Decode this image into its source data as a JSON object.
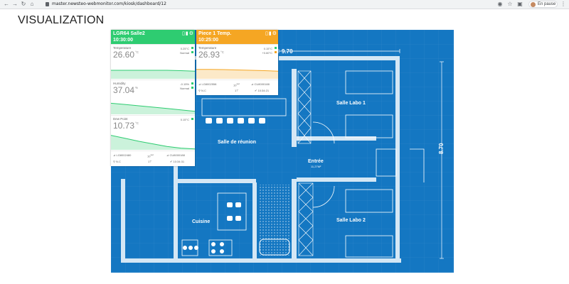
{
  "browser": {
    "url": "master.newsteo-webmonitor.com/kiosk/dashboard/12",
    "profile_status": "En pause",
    "nav_icons": [
      "back-arrow-icon",
      "forward-arrow-icon",
      "reload-icon"
    ]
  },
  "page": {
    "title": "VISUALIZATION"
  },
  "plan": {
    "rooms": [
      {
        "name": "Salle de réunion"
      },
      {
        "name": "Salle Labo 1"
      },
      {
        "name": "Salle Labo 2"
      },
      {
        "name": "Cuisine"
      },
      {
        "name": "Entrée",
        "sub": "11,27M²"
      }
    ],
    "dimensions": {
      "width": "9.70",
      "height": "8.70"
    },
    "colors": {
      "background": "#1477c2",
      "walls": "#d4e7f5",
      "lines": "#ffffff"
    }
  },
  "widgets": [
    {
      "name": "LGR64 Salle2",
      "time": "10:30:00",
      "color": "#2ecc71",
      "sections": [
        {
          "label": "Temperature",
          "value": "26.60",
          "unit": "°C",
          "delta": "0.25°C",
          "status": "Normal",
          "dot": "#2ecc71",
          "trend": [
            0.5,
            0.5,
            0.5,
            0.5,
            0.5,
            0.52,
            0.55
          ]
        },
        {
          "label": "Humidity",
          "value": "37.04",
          "unit": "%",
          "delta": "-0.15%",
          "status": "Normal",
          "dot": "#2ecc71",
          "trend": [
            0.35,
            0.42,
            0.5,
            0.58,
            0.66,
            0.74,
            0.82
          ]
        },
        {
          "label": "Dew Point",
          "value": "10.73",
          "unit": "°C",
          "delta": "0.15°C",
          "status": "",
          "dot": "#2ecc71",
          "trend": [
            0.15,
            0.32,
            0.5,
            0.65,
            0.8,
            0.9,
            0.95
          ]
        }
      ],
      "footer": {
        "device_id": "LG8002480",
        "interval": "10",
        "unit": "sec",
        "serial": "CU8000188",
        "state": "N.C",
        "count": "1",
        "checked_time": "10:34:31"
      }
    },
    {
      "name": "Piece 1 Temp.",
      "time": "10:25:00",
      "color": "#f5a623",
      "sections": [
        {
          "label": "Temperature",
          "value": "26.93",
          "unit": "°C",
          "delta": "0.15°C",
          "status": "+0.60°C",
          "dot": "#f5a623",
          "trend": [
            0.45,
            0.45,
            0.46,
            0.48,
            0.5,
            0.52,
            0.55
          ]
        }
      ],
      "footer": {
        "device_id": "LG8002558",
        "interval": "10",
        "unit": "sec",
        "serial": "CU8000188",
        "state": "N.C",
        "count": "1",
        "checked_time": "10:34:21"
      }
    }
  ]
}
